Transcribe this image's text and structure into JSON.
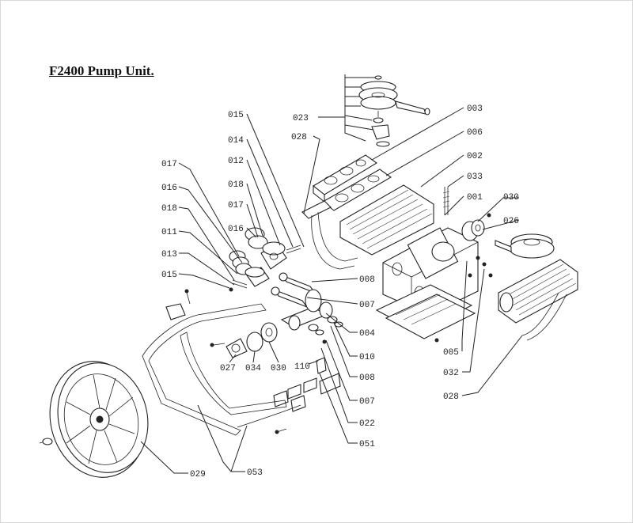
{
  "title": "F2400 Pump Unit.",
  "callouts": {
    "c003": "003",
    "c006": "006",
    "c002": "002",
    "c033": "033",
    "c001": "001",
    "c030a": "030",
    "c026": "026",
    "c023": "023",
    "c028a": "028",
    "c015a": "015",
    "c014": "014",
    "c012": "012",
    "c018a": "018",
    "c017a": "017",
    "c016a": "016",
    "c017b": "017",
    "c016b": "016",
    "c018b": "018",
    "c011": "011",
    "c013": "013",
    "c015b": "015",
    "c008a": "008",
    "c007a": "007",
    "c004": "004",
    "c010": "010",
    "c008b": "008",
    "c007b": "007",
    "c022": "022",
    "c051": "051",
    "c110": "110",
    "c027": "027",
    "c034": "034",
    "c030b": "030",
    "c005": "005",
    "c032": "032",
    "c028b": "028",
    "c029": "029",
    "c053": "053"
  }
}
